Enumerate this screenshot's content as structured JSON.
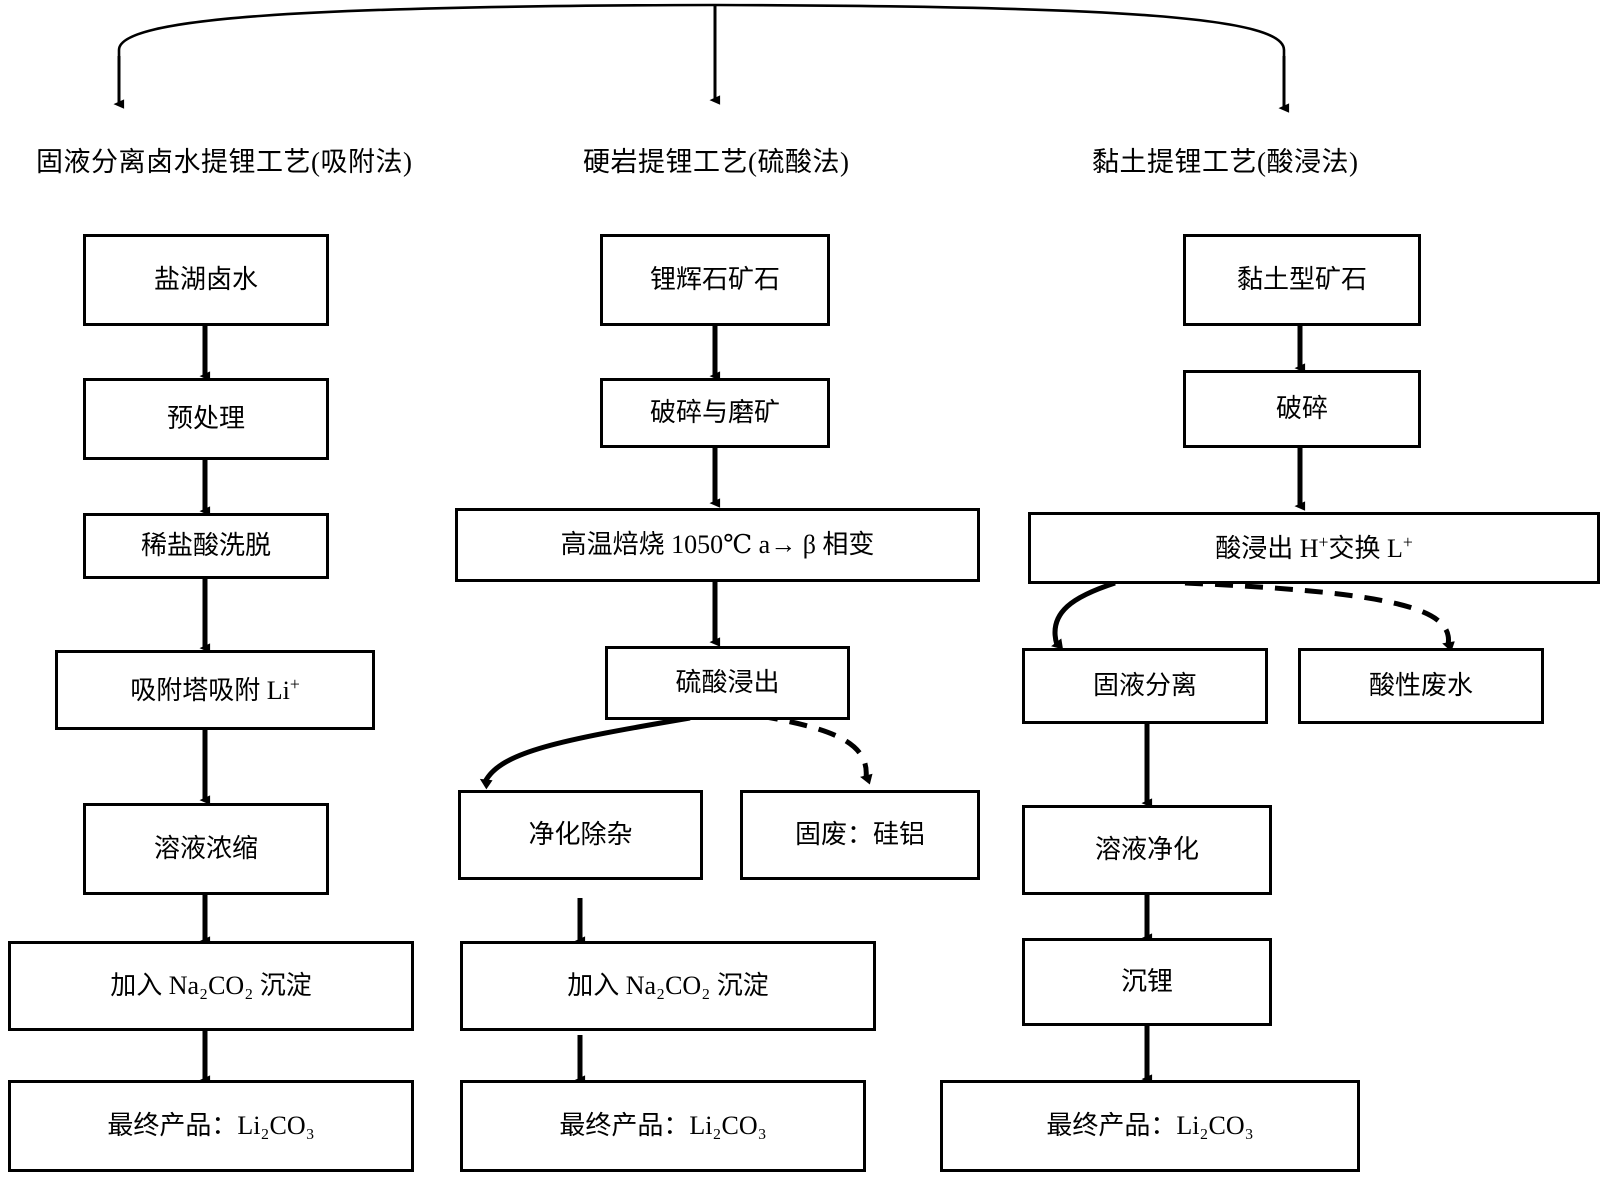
{
  "diagram": {
    "title_bar": "",
    "columns": [
      {
        "id": "brine",
        "title": "固液分离卤水提锂工艺(吸附法)",
        "nodes": [
          {
            "id": "brine-source",
            "label": "盐湖卤水"
          },
          {
            "id": "pretreatment",
            "label": "预处理"
          },
          {
            "id": "dilute-hcl-elution",
            "label": "稀盐酸洗脱"
          },
          {
            "id": "adsorption-tower",
            "label": "吸附塔吸附 Li",
            "sup": "+"
          },
          {
            "id": "solution-concentration",
            "label": "溶液浓缩"
          },
          {
            "id": "add-na2co2",
            "label": "加入 Na₂CO₂ 沉淀"
          },
          {
            "id": "final-product",
            "label": "最终产品：Li₂CO₃"
          }
        ]
      },
      {
        "id": "hardrock",
        "title": "硬岩提锂工艺(硫酸法)",
        "nodes": [
          {
            "id": "spodumene-ore",
            "label": "锂辉石矿石"
          },
          {
            "id": "crush-and-grind",
            "label": "破碎与磨矿"
          },
          {
            "id": "high-temp-roasting",
            "label": "高温焙烧 1050℃ a→ β 相变"
          },
          {
            "id": "sulfuric-acid-leaching",
            "label": "硫酸浸出"
          },
          {
            "id": "purification",
            "label": "净化除杂"
          },
          {
            "id": "solid-waste",
            "label": "固废：硅铝"
          },
          {
            "id": "add-na2co2",
            "label": "加入 Na₂CO₂ 沉淀"
          },
          {
            "id": "final-product",
            "label": "最终产品：Li₂CO₃"
          }
        ]
      },
      {
        "id": "clay",
        "title": "黏土提锂工艺(酸浸法)",
        "nodes": [
          {
            "id": "clay-ore",
            "label": "黏土型矿石"
          },
          {
            "id": "crushing",
            "label": "破碎"
          },
          {
            "id": "acid-leaching",
            "label": "酸浸出 H",
            "sup1": "+",
            "mid": "交换 L",
            "sup2": "+"
          },
          {
            "id": "solid-liquid-separation",
            "label": "固液分离"
          },
          {
            "id": "acidic-wastewater",
            "label": "酸性废水"
          },
          {
            "id": "solution-purification",
            "label": "溶液净化"
          },
          {
            "id": "lithium-precipitation",
            "label": "沉锂"
          },
          {
            "id": "final-product",
            "label": "最终产品：Li₂CO₃"
          }
        ]
      }
    ],
    "connectors": {
      "style_solid": "solid",
      "style_dashed": "dashed",
      "stroke_color": "#000000"
    },
    "colors": {
      "background": "#ffffff",
      "line": "#000000",
      "text": "#000000",
      "box_fill": "#ffffff"
    }
  }
}
